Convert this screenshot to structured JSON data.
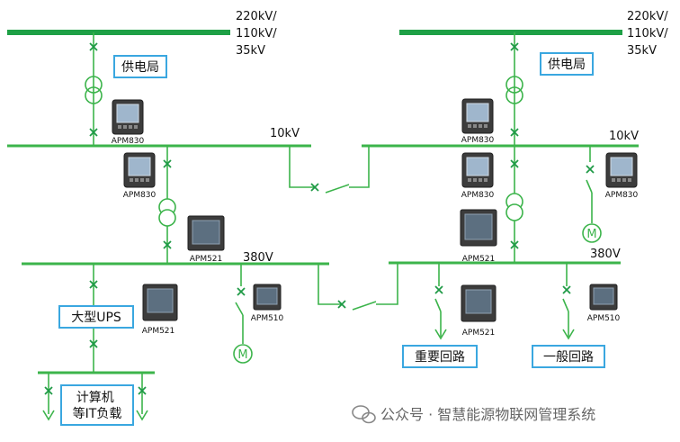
{
  "voltages": {
    "hv_left": "220kV/\n110kV/\n35kV",
    "hv_right": "220kV/\n110kV/\n35kV",
    "mv_left": "10kV",
    "mv_right": "10kV",
    "lv_left": "380V",
    "lv_right": "380V"
  },
  "labels": {
    "utility_left": "供电局",
    "utility_right": "供电局",
    "ups": "大型UPS",
    "it_load": "计算机\n等IT负载",
    "critical_loop": "重要回路",
    "general_loop": "一般回路"
  },
  "meters": {
    "apm830_a": "APM830",
    "apm830_b": "APM830",
    "apm521_a": "APM521",
    "apm521_b": "APM521",
    "apm510_a": "APM510",
    "apm830_c": "APM830",
    "apm830_d": "APM830",
    "apm830_e": "APM830",
    "apm521_c": "APM521",
    "apm521_d": "APM521",
    "apm510_b": "APM510"
  },
  "motor_symbol": "M",
  "watermark": "公众号 · 智慧能源物联网管理系统",
  "colors": {
    "bus_green": "#3cb44b",
    "label_border": "#3aa7e0"
  }
}
